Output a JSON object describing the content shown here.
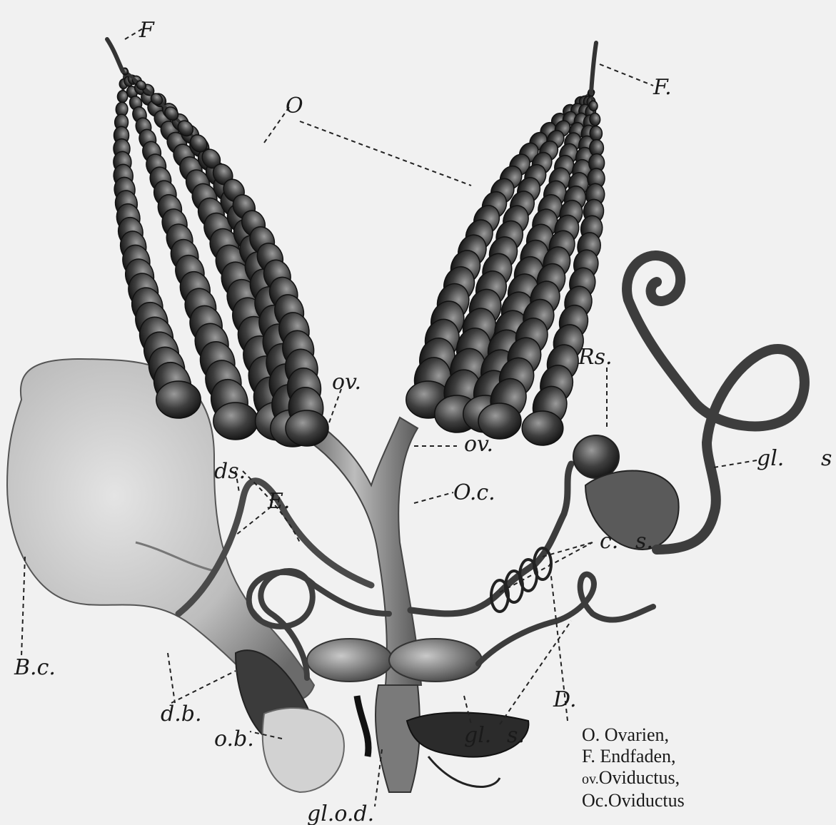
{
  "figure": {
    "labels": {
      "F_left": "F",
      "F_right": "F.",
      "O": "O",
      "ov_left": "ov.",
      "ov_right": "ov.",
      "Oc": "O.c.",
      "Rs": "Rs.",
      "gl_s_top": "gl.",
      "s_top": "s",
      "ds": "ds.",
      "E": "E.",
      "c_s": "c.",
      "s_mid": "s.",
      "Bc": "B.c.",
      "db": "d.b.",
      "ob": "o.b.",
      "gl_s_bottom": "gl.",
      "s_bottom": "s.",
      "D": "D.",
      "glod": "gl.o.d."
    },
    "legend": [
      {
        "abbr": "O.",
        "text": "Ovarien,"
      },
      {
        "abbr": "F.",
        "text": "Endfaden,"
      },
      {
        "abbr": "ov.",
        "text": "Oviductus,"
      },
      {
        "abbr": "Oc.",
        "text": "Oviductus"
      }
    ]
  }
}
